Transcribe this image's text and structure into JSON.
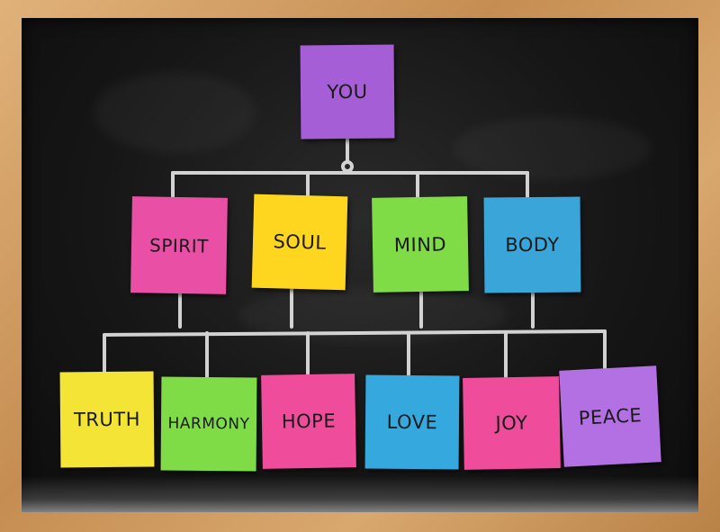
{
  "top": "YOU",
  "level2": [
    "SPIRIT",
    "SOUL",
    "MIND",
    "BODY"
  ],
  "level3": [
    "TRUTH",
    "HARMONY",
    "HOPE",
    "LOVE",
    "JOY",
    "PEACE"
  ],
  "colors": {
    "board": "#161616",
    "frame": "#c9955c",
    "chalk": "#e8e8e8",
    "purple": "#a55ed6",
    "magenta": "#e94fa5",
    "yellow": "#ffd61f",
    "green": "#7fdc47",
    "blue": "#3aa5d9"
  }
}
